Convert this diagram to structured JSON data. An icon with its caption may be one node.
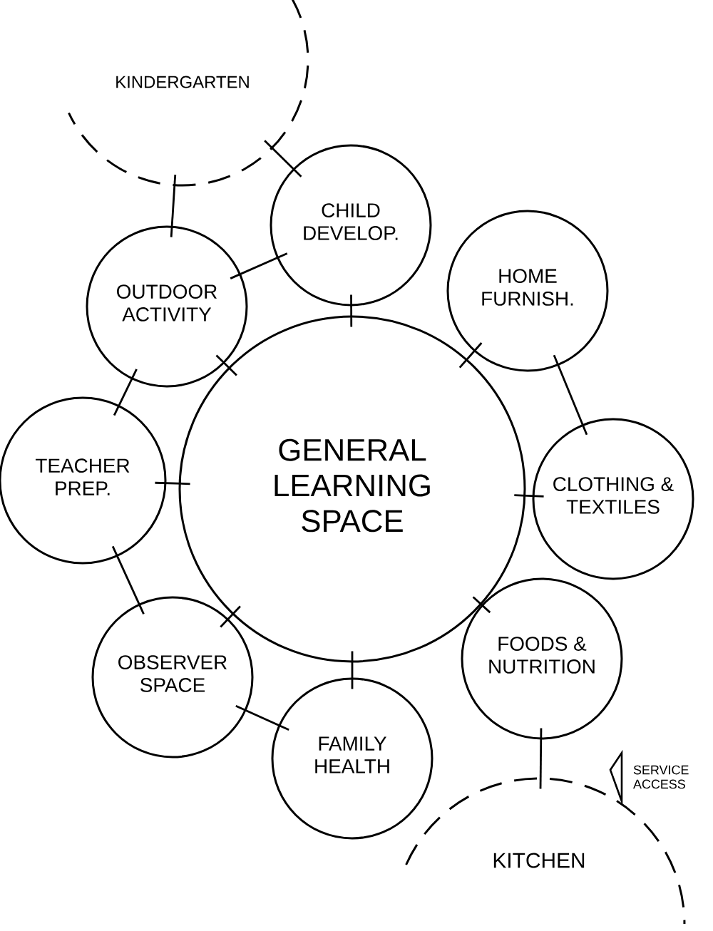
{
  "diagram": {
    "nodes": [
      {
        "text": [
          "KINDERGARTEN"
        ]
      },
      {
        "text": [
          "CHILD DEVELOP."
        ]
      },
      {
        "text": [
          "OUTDOOR ACTIVITY"
        ]
      },
      {
        "text": [
          "HOME FURNISH."
        ]
      },
      {
        "text": [
          "TEACHER PREP."
        ]
      },
      {
        "text": [
          "GENERAL LEARNING SPACE"
        ]
      },
      {
        "text": [
          "CLOTHING & TEXTILES"
        ]
      },
      {
        "text": [
          "OBSERVER SPACE"
        ]
      },
      {
        "text": [
          "FOODS & NUTRITION"
        ]
      },
      {
        "text": [
          "FAMILY HEALTH"
        ]
      },
      {
        "text": [
          "KITCHEN"
        ]
      }
    ],
    "edges": [
      {
        "from": 0,
        "to": 2,
        "arrow": "none"
      },
      {
        "from": 0,
        "to": 1,
        "arrow": "none"
      },
      {
        "from": 2,
        "to": 1,
        "arrow": "none"
      },
      {
        "from": 1,
        "to": 5,
        "arrow": "none"
      },
      {
        "from": 2,
        "to": 5,
        "arrow": "none"
      },
      {
        "from": 3,
        "to": 5,
        "arrow": "none"
      },
      {
        "from": 3,
        "to": 6,
        "arrow": "none"
      },
      {
        "from": 6,
        "to": 5,
        "arrow": "none"
      },
      {
        "from": 2,
        "to": 4,
        "arrow": "none"
      },
      {
        "from": 4,
        "to": 5,
        "arrow": "none"
      },
      {
        "from": 4,
        "to": 7,
        "arrow": "none"
      },
      {
        "from": 7,
        "to": 5,
        "arrow": "none"
      },
      {
        "from": 9,
        "to": 5,
        "arrow": "none"
      },
      {
        "from": 7,
        "to": 9,
        "arrow": "none"
      },
      {
        "from": 8,
        "to": 5,
        "arrow": "none"
      },
      {
        "from": 8,
        "to": 10,
        "arrow": "none"
      }
    ],
    "labels": [
      "SERVICE ACCESS"
    ]
  }
}
